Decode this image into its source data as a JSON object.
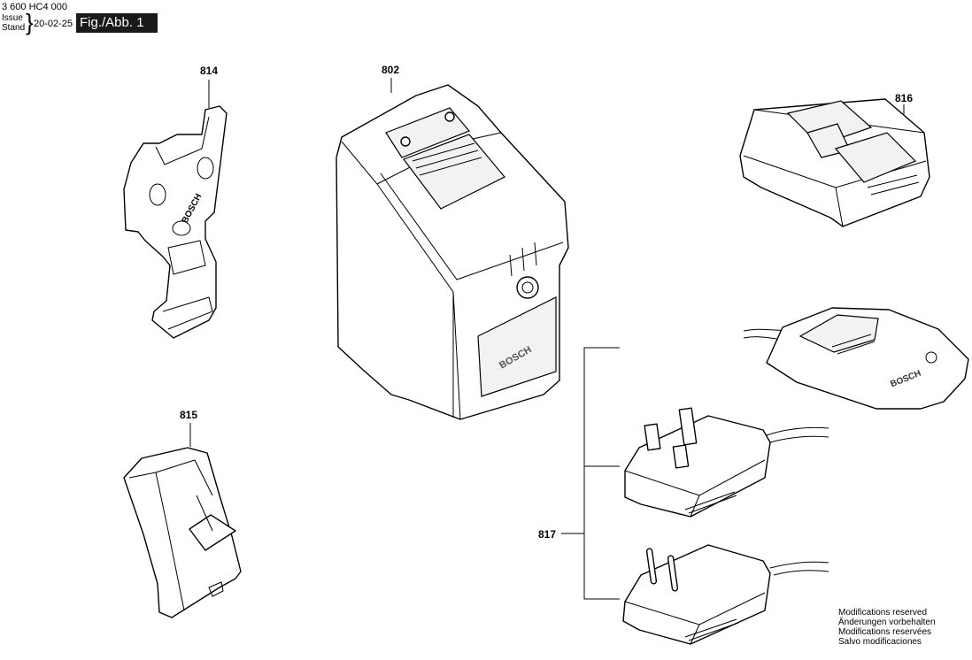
{
  "header": {
    "doc_number": "3 600 HC4 000",
    "issue_label": "Issue",
    "stand_label": "Stand",
    "issue_date": "20-02-25",
    "figure_label": "Fig./Abb. 1"
  },
  "parts": {
    "p814": "814",
    "p802": "802",
    "p816": "816",
    "p815": "815",
    "p817": "817"
  },
  "brand_marks": [
    "BOSCH",
    "BOSCH",
    "BOSCH"
  ],
  "footer": {
    "line1": "Modifications reserved",
    "line2": "Änderungen vorbehalten",
    "line3": "Modifications reservées",
    "line4": "Salvo modificaciones"
  }
}
